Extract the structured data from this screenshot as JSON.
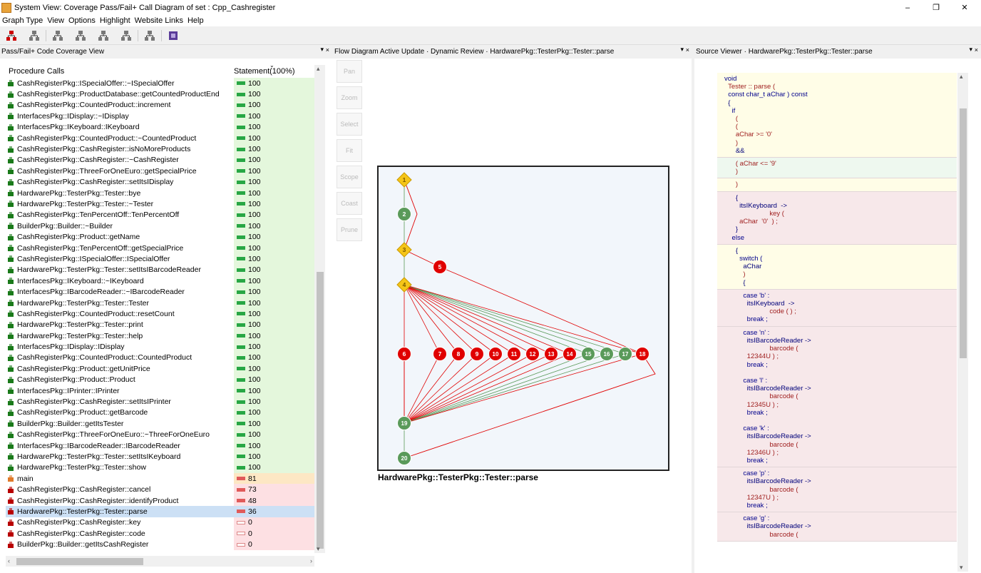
{
  "window": {
    "title": "System View: Coverage Pass/Fail+ Call Diagram of set : Cpp_Cashregister",
    "minimize": "‒",
    "restore": "❐",
    "close": "✕"
  },
  "menu": [
    "Graph Type",
    "View",
    "Options",
    "Highlight",
    "Website Links",
    "Help"
  ],
  "panels": {
    "left_title": "Pass/Fail+ Code Coverage View",
    "mid_title": "Flow Diagram Active Update · Dynamic Review · HardwarePkg::TesterPkg::Tester::parse",
    "right_title": "Source Viewer · HardwarePkg::TesterPkg::Tester::parse"
  },
  "table": {
    "col1": "Procedure Calls",
    "col2": "Statement(100%)",
    "rows": [
      {
        "name": "CashRegisterPkg::ISpecialOffer::~ISpecialOffer",
        "value": "100"
      },
      {
        "name": "CashRegisterPkg::ProductDatabase::getCountedProductEnd",
        "value": "100"
      },
      {
        "name": "CashRegisterPkg::CountedProduct::increment",
        "value": "100"
      },
      {
        "name": "InterfacesPkg::IDisplay::~IDisplay",
        "value": "100"
      },
      {
        "name": "InterfacesPkg::IKeyboard::IKeyboard",
        "value": "100"
      },
      {
        "name": "CashRegisterPkg::CountedProduct::~CountedProduct",
        "value": "100"
      },
      {
        "name": "CashRegisterPkg::CashRegister::isNoMoreProducts",
        "value": "100"
      },
      {
        "name": "CashRegisterPkg::CashRegister::~CashRegister",
        "value": "100"
      },
      {
        "name": "CashRegisterPkg::ThreeForOneEuro::getSpecialPrice",
        "value": "100"
      },
      {
        "name": "CashRegisterPkg::CashRegister::setItsIDisplay",
        "value": "100"
      },
      {
        "name": "HardwarePkg::TesterPkg::Tester::bye",
        "value": "100"
      },
      {
        "name": "HardwarePkg::TesterPkg::Tester::~Tester",
        "value": "100"
      },
      {
        "name": "CashRegisterPkg::TenPercentOff::TenPercentOff",
        "value": "100"
      },
      {
        "name": "BuilderPkg::Builder::~Builder",
        "value": "100"
      },
      {
        "name": "CashRegisterPkg::Product::getName",
        "value": "100"
      },
      {
        "name": "CashRegisterPkg::TenPercentOff::getSpecialPrice",
        "value": "100"
      },
      {
        "name": "CashRegisterPkg::ISpecialOffer::ISpecialOffer",
        "value": "100"
      },
      {
        "name": "HardwarePkg::TesterPkg::Tester::setItsIBarcodeReader",
        "value": "100"
      },
      {
        "name": "InterfacesPkg::IKeyboard::~IKeyboard",
        "value": "100"
      },
      {
        "name": "InterfacesPkg::IBarcodeReader::~IBarcodeReader",
        "value": "100"
      },
      {
        "name": "HardwarePkg::TesterPkg::Tester::Tester",
        "value": "100"
      },
      {
        "name": "CashRegisterPkg::CountedProduct::resetCount",
        "value": "100"
      },
      {
        "name": "HardwarePkg::TesterPkg::Tester::print",
        "value": "100"
      },
      {
        "name": "HardwarePkg::TesterPkg::Tester::help",
        "value": "100"
      },
      {
        "name": "InterfacesPkg::IDisplay::IDisplay",
        "value": "100"
      },
      {
        "name": "CashRegisterPkg::CountedProduct::CountedProduct",
        "value": "100"
      },
      {
        "name": "CashRegisterPkg::Product::getUnitPrice",
        "value": "100"
      },
      {
        "name": "CashRegisterPkg::Product::Product",
        "value": "100"
      },
      {
        "name": "InterfacesPkg::IPrinter::IPrinter",
        "value": "100"
      },
      {
        "name": "CashRegisterPkg::CashRegister::setItsIPrinter",
        "value": "100"
      },
      {
        "name": "CashRegisterPkg::Product::getBarcode",
        "value": "100"
      },
      {
        "name": "BuilderPkg::Builder::getItsTester",
        "value": "100"
      },
      {
        "name": "CashRegisterPkg::ThreeForOneEuro::~ThreeForOneEuro",
        "value": "100"
      },
      {
        "name": "InterfacesPkg::IBarcodeReader::IBarcodeReader",
        "value": "100"
      },
      {
        "name": "HardwarePkg::TesterPkg::Tester::setItsIKeyboard",
        "value": "100"
      },
      {
        "name": "HardwarePkg::TesterPkg::Tester::show",
        "value": "100"
      },
      {
        "name": "main",
        "value": "81"
      },
      {
        "name": "CashRegisterPkg::CashRegister::cancel",
        "value": "73"
      },
      {
        "name": "CashRegisterPkg::CashRegister::identifyProduct",
        "value": "48"
      },
      {
        "name": "HardwarePkg::TesterPkg::Tester::parse",
        "value": "36"
      },
      {
        "name": "CashRegisterPkg::CashRegister::key",
        "value": "0"
      },
      {
        "name": "CashRegisterPkg::CashRegister::code",
        "value": "0"
      },
      {
        "name": "BuilderPkg::Builder::getItsCashRegister",
        "value": "0"
      }
    ]
  },
  "side_buttons": [
    "Pan",
    "Zoom",
    "Select",
    "Fit",
    "Scope",
    "Coast",
    "Prune"
  ],
  "graph": {
    "caption": "HardwarePkg::TesterPkg::Tester::parse",
    "nodes": [
      "1",
      "2",
      "3",
      "4",
      "5",
      "6",
      "7",
      "8",
      "9",
      "10",
      "11",
      "12",
      "13",
      "14",
      "15",
      "16",
      "17",
      "18",
      "19",
      "20"
    ]
  },
  "colors": {
    "covered": "#e4f7dc",
    "partial_high": "#fde7c4",
    "partial_low": "#fde0e3",
    "selected": "#cce0f5",
    "node_red": "#e00000",
    "node_green": "#5a9a5a",
    "node_yellow": "#f5c518",
    "src_yellow": "#fffde7",
    "src_green": "#eef8ef",
    "src_pink": "#f7e8ea"
  },
  "source": [
    {
      "bg": "yellow",
      "lines": [
        "void",
        "  Tester :: parse (",
        "  const char_t aChar ) const",
        "  {",
        "    if",
        "      (",
        "      (",
        "      aChar >= '0'",
        "      )",
        "      &&"
      ]
    },
    {
      "bg": "green",
      "lines": [
        "      ( aChar <= '9'",
        "      )"
      ]
    },
    {
      "bg": "yellow",
      "lines": [
        "      )"
      ]
    },
    {
      "bg": "pink",
      "lines": [
        "      {",
        "        itsIKeyboard  ->",
        "                        key (",
        "        aChar  '0'  ) ;",
        "      }",
        "    else"
      ]
    },
    {
      "bg": "yellow",
      "lines": [
        "      {",
        "        switch (",
        "          aChar",
        "          )",
        "          {"
      ]
    },
    {
      "bg": "pink",
      "lines": [
        "          case 'b' :",
        "            itsIKeyboard  ->",
        "                        code ( ) ;",
        "            break ;"
      ]
    },
    {
      "bg": "pink",
      "lines": [
        "          case 'n' :",
        "            itsIBarcodeReader ->",
        "                        barcode (",
        "            12344U ) ;",
        "            break ;",
        "",
        "          case 'l' :",
        "            itsIBarcodeReader ->",
        "                        barcode (",
        "            12345U ) ;",
        "            break ;",
        "",
        "          case 'k' :",
        "            itsIBarcodeReader ->",
        "                        barcode (",
        "            12346U ) ;",
        "            break ;"
      ]
    },
    {
      "bg": "pink",
      "lines": [
        "          case 'p' :",
        "            itsIBarcodeReader ->",
        "                        barcode (",
        "            12347U ) ;",
        "            break ;"
      ]
    },
    {
      "bg": "pink",
      "lines": [
        "          case 'g' :",
        "            itsIBarcodeReader ->",
        "                        barcode ("
      ]
    }
  ]
}
